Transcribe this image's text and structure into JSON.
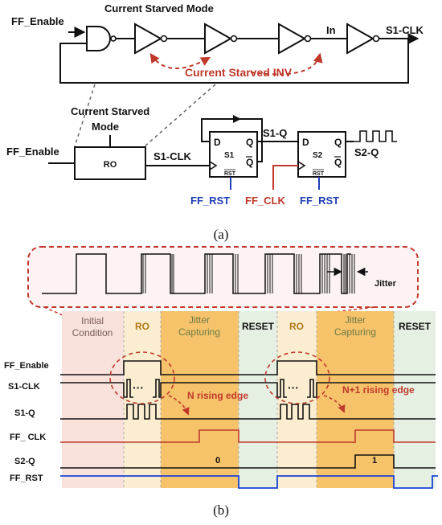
{
  "part_a": {
    "ff_enable_top": "FF_Enable",
    "mode_top": "Current Starved Mode",
    "in_label": "In",
    "s1clk_top": "S1-CLK",
    "csinv_label": "Current Starved INV",
    "mode_lower_line1": "Current Starved",
    "mode_lower_line2": "Mode",
    "ff_enable_lower": "FF_Enable",
    "ro_block": "RO",
    "s1clk_lower": "S1-CLK",
    "ff1": {
      "d": "D",
      "q": "Q",
      "qbar": "Q",
      "name": "S1",
      "rst": "RST"
    },
    "ff2": {
      "d": "D",
      "q": "Q",
      "qbar": "Q",
      "name": "S2",
      "rst": "RST"
    },
    "s1q": "S1-Q",
    "s2q": "S2-Q",
    "ff_rst_1": "FF_RST",
    "ff_clk": "FF_CLK",
    "ff_rst_2": "FF_RST",
    "caption": "(a)"
  },
  "part_b": {
    "jitter": "Jitter",
    "phases": [
      {
        "line1": "Initial",
        "line2": "Condition",
        "color": "#f9e1dc"
      },
      {
        "line1": "RO",
        "line2": "",
        "color": "#fbeed0"
      },
      {
        "line1": "Jitter",
        "line2": "Capturing",
        "color": "#f6c36b"
      },
      {
        "line1": "RESET",
        "line2": "",
        "color": "#e5efe2"
      },
      {
        "line1": "RO",
        "line2": "",
        "color": "#fbeed0"
      },
      {
        "line1": "Jitter",
        "line2": "Capturing",
        "color": "#f6c36b"
      },
      {
        "line1": "RESET",
        "line2": "",
        "color": "#e5efe2"
      }
    ],
    "signals": [
      "FF_Enable",
      "S1-CLK",
      "S1-Q",
      "FF_ CLK",
      "S2-Q",
      "FF_RST"
    ],
    "ellipsis": "···",
    "n_edge": "N rising edge",
    "n1_edge": "N+1 rising edge",
    "s2q_val_1": "0",
    "s2q_val_2": "1",
    "caption": "(b)"
  },
  "colors": {
    "red": "#c0392b",
    "blue": "#1f3fb5",
    "rst_blue": "#1a43d6"
  }
}
